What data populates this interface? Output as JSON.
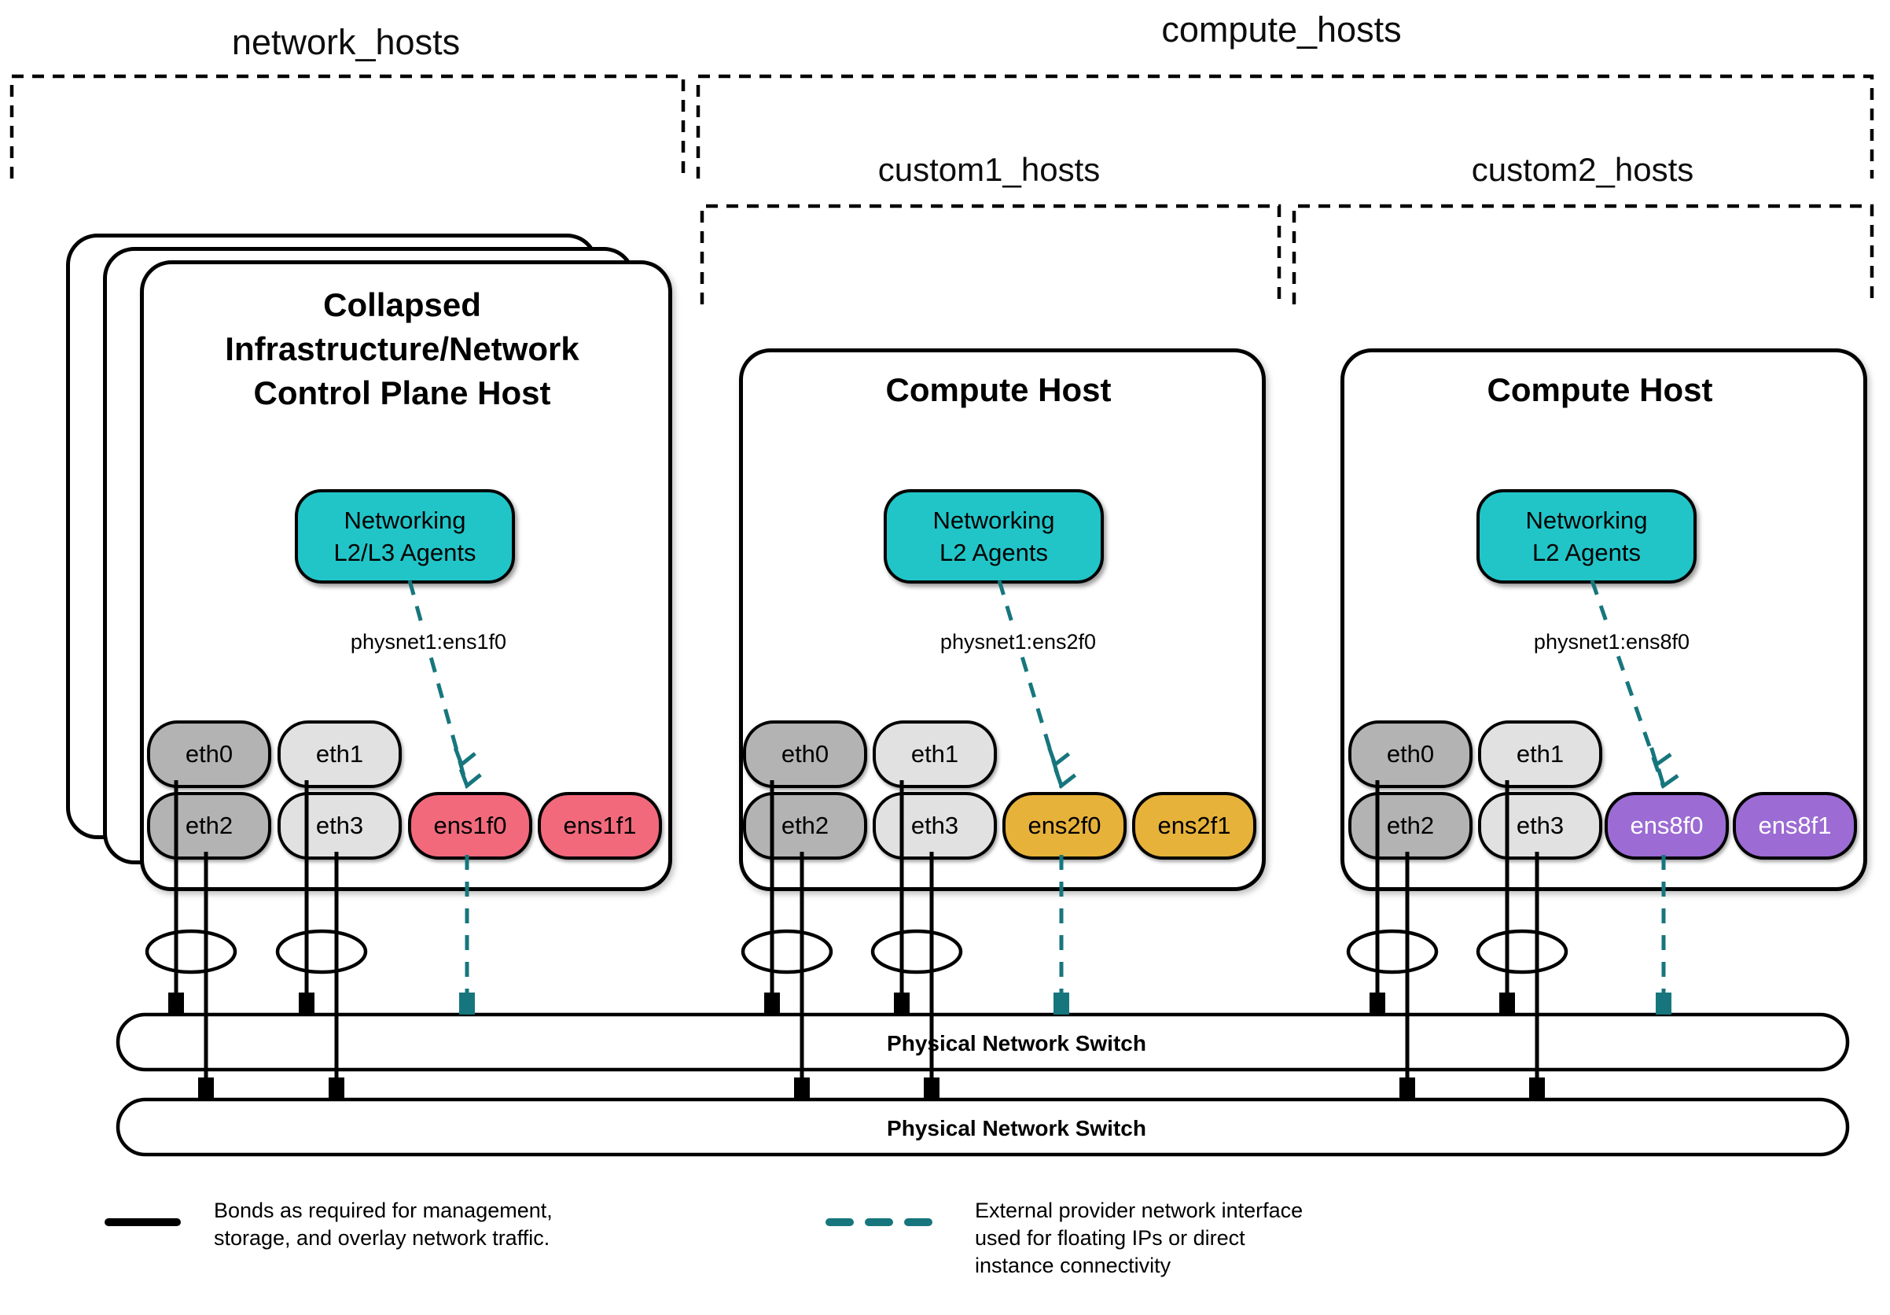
{
  "groups": {
    "network": {
      "label": "network_hosts"
    },
    "compute": {
      "label": "compute_hosts"
    },
    "custom1": {
      "label": "custom1_hosts"
    },
    "custom2": {
      "label": "custom2_hosts"
    }
  },
  "hosts": [
    {
      "name": "collapsed-control-plane-host",
      "title_lines": [
        "Collapsed",
        "Infrastructure/Network",
        "Control Plane Host"
      ],
      "agent_lines": [
        "Networking",
        "L2/L3 Agents"
      ],
      "physnet": "physnet1:ens1f0",
      "nics": [
        "eth0",
        "eth1",
        "eth2",
        "eth3",
        "ens1f0",
        "ens1f1"
      ],
      "provider_nic_color": "#f2697c"
    },
    {
      "name": "compute-host-1",
      "title_lines": [
        "Compute Host"
      ],
      "agent_lines": [
        "Networking",
        "L2 Agents"
      ],
      "physnet": "physnet1:ens2f0",
      "nics": [
        "eth0",
        "eth1",
        "eth2",
        "eth3",
        "ens2f0",
        "ens2f1"
      ],
      "provider_nic_color": "#e7b23a"
    },
    {
      "name": "compute-host-2",
      "title_lines": [
        "Compute Host"
      ],
      "agent_lines": [
        "Networking",
        "L2 Agents"
      ],
      "physnet": "physnet1:ens8f0",
      "nics": [
        "eth0",
        "eth1",
        "eth2",
        "eth3",
        "ens8f0",
        "ens8f1"
      ],
      "provider_nic_color": "#9c6bd3"
    }
  ],
  "switches": [
    {
      "label": "Physical Network Switch"
    },
    {
      "label": "Physical Network Switch"
    }
  ],
  "legend": {
    "bond": {
      "lines": [
        "Bonds as required for management,",
        "storage, and overlay network traffic."
      ]
    },
    "provider": {
      "lines": [
        "External provider network interface",
        "used for floating IPs or direct",
        "instance connectivity"
      ]
    }
  },
  "colors": {
    "agent_box_fill": "#21c5c8",
    "provider_line": "#17767d",
    "nic_gray_dark": "#b3b3b3",
    "nic_gray_light": "#e1e1e1",
    "nic_pink": "#f2697c",
    "nic_gold": "#e7b23a",
    "nic_purple": "#9c6bd3",
    "outline": "#000000"
  }
}
